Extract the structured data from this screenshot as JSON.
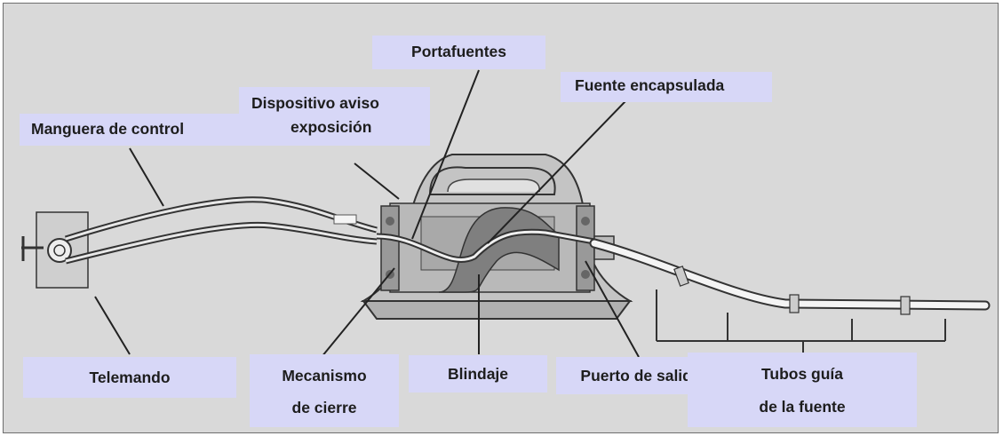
{
  "labels": {
    "portafuentes": "Portafuentes",
    "fuente_encapsulada": "Fuente encapsulada",
    "dispositivo_line1": "Dispositivo aviso",
    "dispositivo_line2": "exposición",
    "manguera": "Manguera de control",
    "telemando": "Telemando",
    "mecanismo_line1": "Mecanismo",
    "mecanismo_line2": "de cierre",
    "blindaje": "Blindaje",
    "puerto": "Puerto de salida",
    "tubos_line1": "Tubos guía",
    "tubos_line2": "de la fuente"
  },
  "colors": {
    "background": "#d9d9d9",
    "label_box": "#d7d7f7",
    "border": "#6e6e6e"
  }
}
